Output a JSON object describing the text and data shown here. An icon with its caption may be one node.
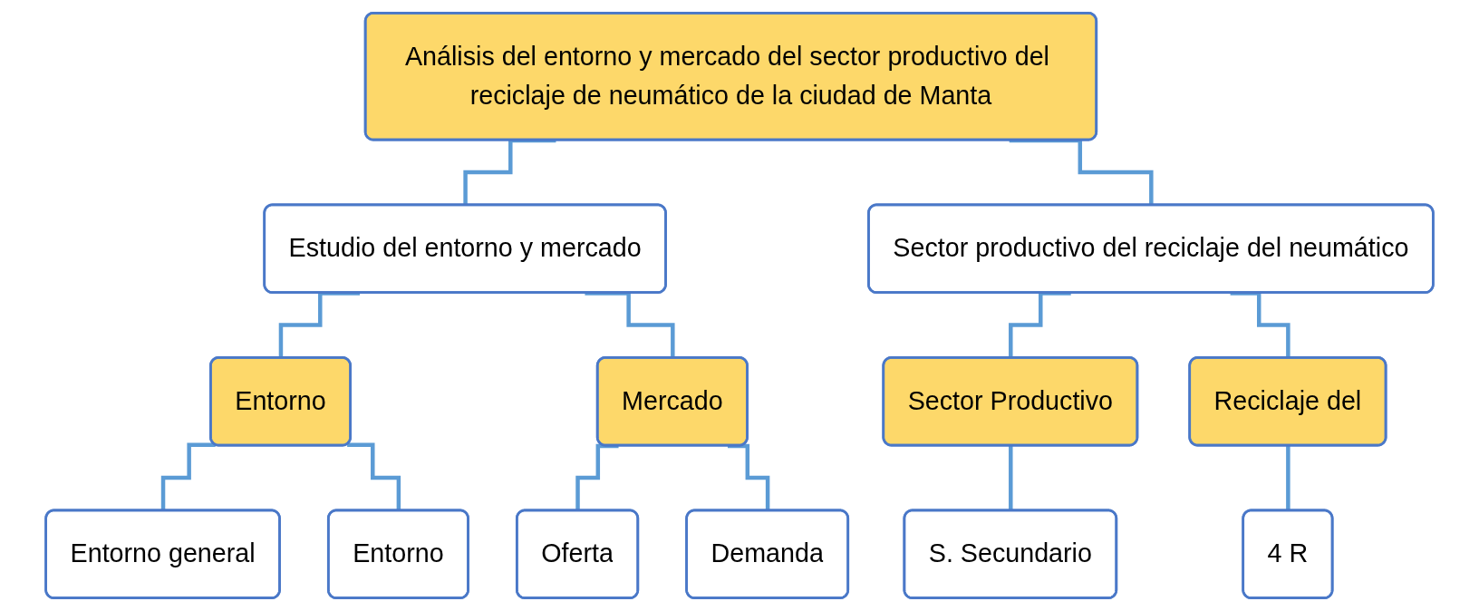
{
  "diagram": {
    "nodes": [
      {
        "text": [
          "Análisis del entorno y mercado del sector productivo del reciclaje de neumático de la ciudad de Manta"
        ]
      },
      {
        "text": [
          "Estudio del entorno y mercado"
        ]
      },
      {
        "text": [
          "Sector productivo del reciclaje del neumático"
        ]
      },
      {
        "text": [
          "Entorno"
        ]
      },
      {
        "text": [
          "Mercado"
        ]
      },
      {
        "text": [
          "Sector Productivo"
        ]
      },
      {
        "text": [
          "Reciclaje del"
        ]
      },
      {
        "text": [
          "Entorno general"
        ]
      },
      {
        "text": [
          "Entorno"
        ]
      },
      {
        "text": [
          "Oferta"
        ]
      },
      {
        "text": [
          "Demanda"
        ]
      },
      {
        "text": [
          "S. Secundario"
        ]
      },
      {
        "text": [
          "4 R"
        ]
      }
    ],
    "edges": [
      {
        "from": 0,
        "to": 1,
        "arrow": "none"
      },
      {
        "from": 0,
        "to": 2,
        "arrow": "none"
      },
      {
        "from": 1,
        "to": 3,
        "arrow": "none"
      },
      {
        "from": 1,
        "to": 4,
        "arrow": "none"
      },
      {
        "from": 2,
        "to": 5,
        "arrow": "none"
      },
      {
        "from": 2,
        "to": 6,
        "arrow": "none"
      },
      {
        "from": 3,
        "to": 7,
        "arrow": "none"
      },
      {
        "from": 3,
        "to": 8,
        "arrow": "none"
      },
      {
        "from": 4,
        "to": 9,
        "arrow": "none"
      },
      {
        "from": 4,
        "to": 10,
        "arrow": "none"
      },
      {
        "from": 5,
        "to": 11,
        "arrow": "none"
      },
      {
        "from": 6,
        "to": 12,
        "arrow": "none"
      }
    ]
  }
}
